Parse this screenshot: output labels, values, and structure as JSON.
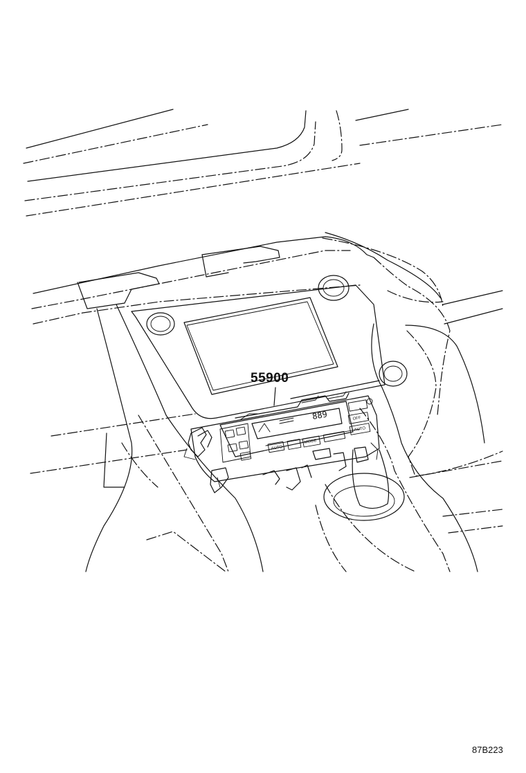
{
  "diagram": {
    "part_number_label": "55900",
    "diagram_code": "87B223"
  },
  "panel_markings": {
    "temp_display": "889",
    "button_off": "OFF",
    "button_auto": "AUTO",
    "button_mode": "MODE",
    "button_auto_left": "AUTO"
  }
}
